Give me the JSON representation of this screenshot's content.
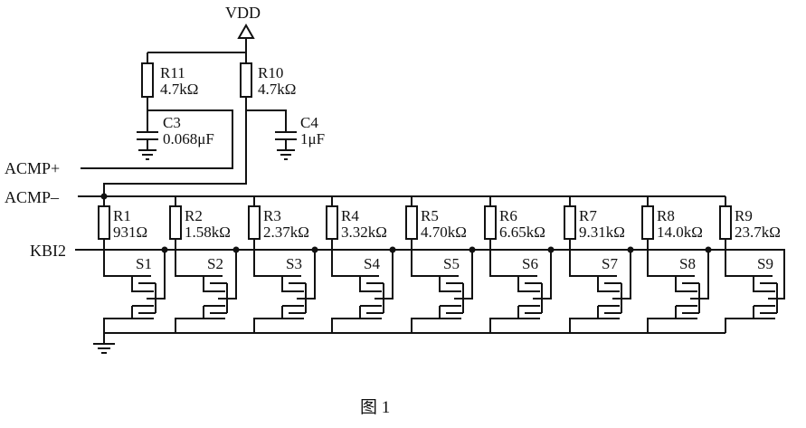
{
  "nets": {
    "vdd": "VDD",
    "acmp_plus": "ACMP+",
    "acmp_minus": "ACMP–",
    "kbi2": "KBI2"
  },
  "top_components": {
    "r11": {
      "name": "R11",
      "value": "4.7kΩ"
    },
    "r10": {
      "name": "R10",
      "value": "4.7kΩ"
    },
    "c3": {
      "name": "C3",
      "value": "0.068μF"
    },
    "c4": {
      "name": "C4",
      "value": "1μF"
    }
  },
  "ladder": [
    {
      "r": "R1",
      "value": "931Ω",
      "s": "S1"
    },
    {
      "r": "R2",
      "value": "1.58kΩ",
      "s": "S2"
    },
    {
      "r": "R3",
      "value": "2.37kΩ",
      "s": "S3"
    },
    {
      "r": "R4",
      "value": "3.32kΩ",
      "s": "S4"
    },
    {
      "r": "R5",
      "value": "4.70kΩ",
      "s": "S5"
    },
    {
      "r": "R6",
      "value": "6.65kΩ",
      "s": "S6"
    },
    {
      "r": "R7",
      "value": "9.31kΩ",
      "s": "S7"
    },
    {
      "r": "R8",
      "value": "14.0kΩ",
      "s": "S8"
    },
    {
      "r": "R9",
      "value": "23.7kΩ",
      "s": "S9"
    }
  ],
  "caption": "图  1"
}
